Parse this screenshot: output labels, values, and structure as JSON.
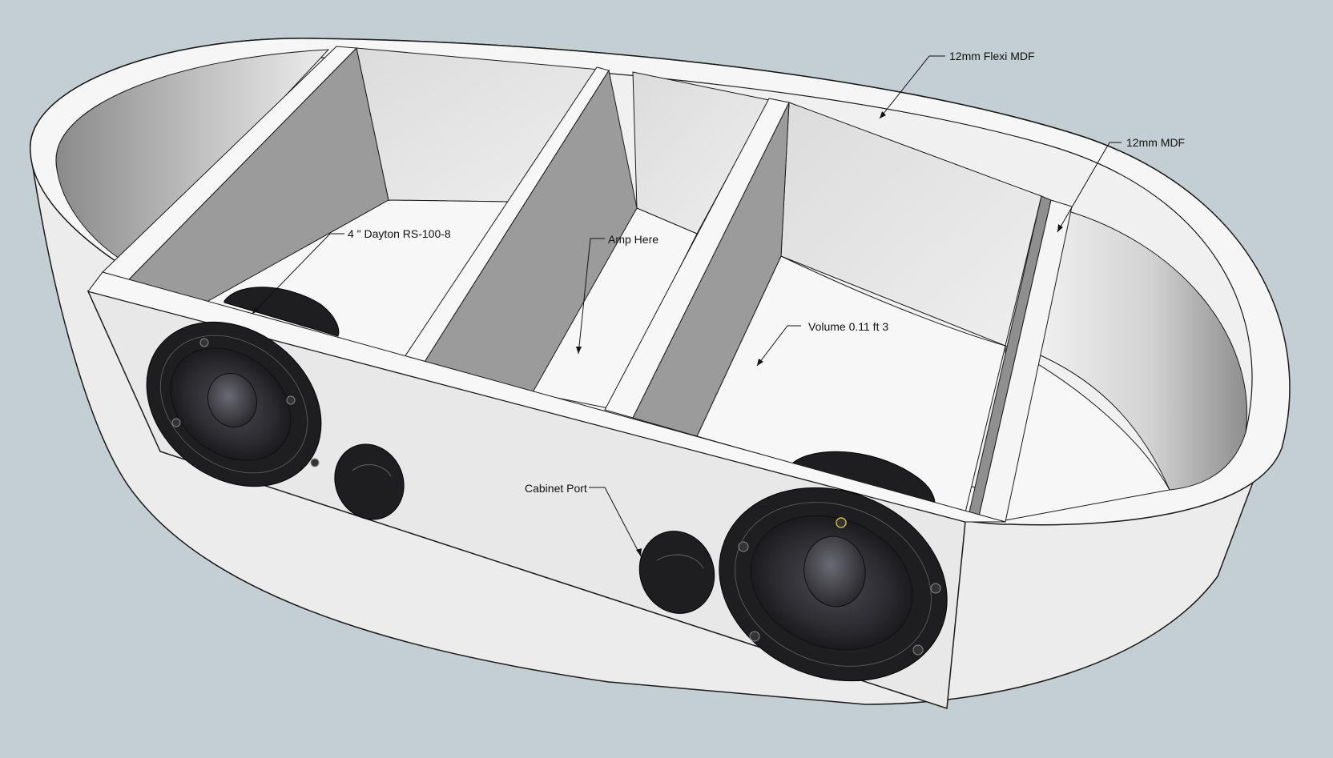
{
  "colors": {
    "background": "#c3cfd2",
    "panel": "#f4f4f4",
    "outline": "#1a1a1a",
    "driver": "#1e1e20"
  },
  "annotations": {
    "flexi_mdf": "12mm Flexi MDF",
    "mdf": "12mm MDF",
    "driver": "4 \" Dayton RS-100-8",
    "amp": "Amp Here",
    "volume": "Volume 0.11 ft 3",
    "port": "Cabinet Port"
  }
}
